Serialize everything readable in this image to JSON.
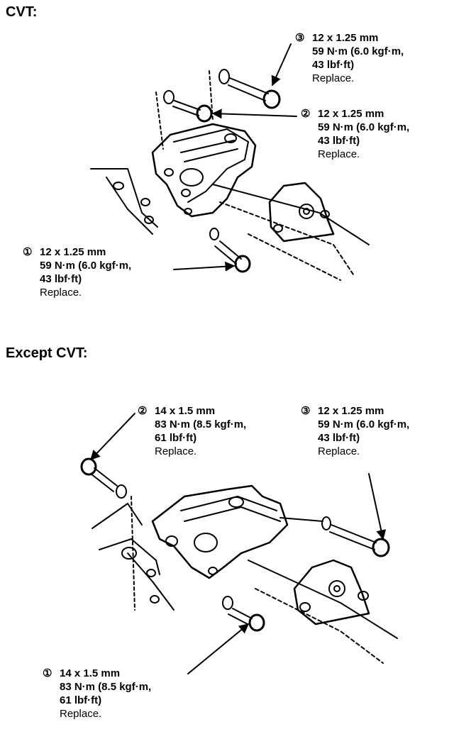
{
  "sections": [
    {
      "heading": "CVT:",
      "callouts": [
        {
          "marker": "③",
          "size": "12 x 1.25 mm",
          "torque1": "59 N·m (6.0 kgf·m,",
          "torque2": "43 lbf·ft)",
          "note": "Replace."
        },
        {
          "marker": "②",
          "size": "12 x 1.25 mm",
          "torque1": "59 N·m (6.0 kgf·m,",
          "torque2": "43 lbf·ft)",
          "note": "Replace."
        },
        {
          "marker": "①",
          "size": "12 x 1.25 mm",
          "torque1": "59 N·m (6.0 kgf·m,",
          "torque2": "43 lbf·ft)",
          "note": "Replace."
        }
      ]
    },
    {
      "heading": "Except CVT:",
      "callouts": [
        {
          "marker": "②",
          "size": "14 x 1.5 mm",
          "torque1": "83 N·m (8.5 kgf·m,",
          "torque2": "61 lbf·ft)",
          "note": "Replace."
        },
        {
          "marker": "③",
          "size": "12 x 1.25 mm",
          "torque1": "59 N·m (6.0 kgf·m,",
          "torque2": "43 lbf·ft)",
          "note": "Replace."
        },
        {
          "marker": "①",
          "size": "14 x 1.5 mm",
          "torque1": "83 N·m (8.5 kgf·m,",
          "torque2": "61 lbf·ft)",
          "note": "Replace."
        }
      ]
    }
  ]
}
